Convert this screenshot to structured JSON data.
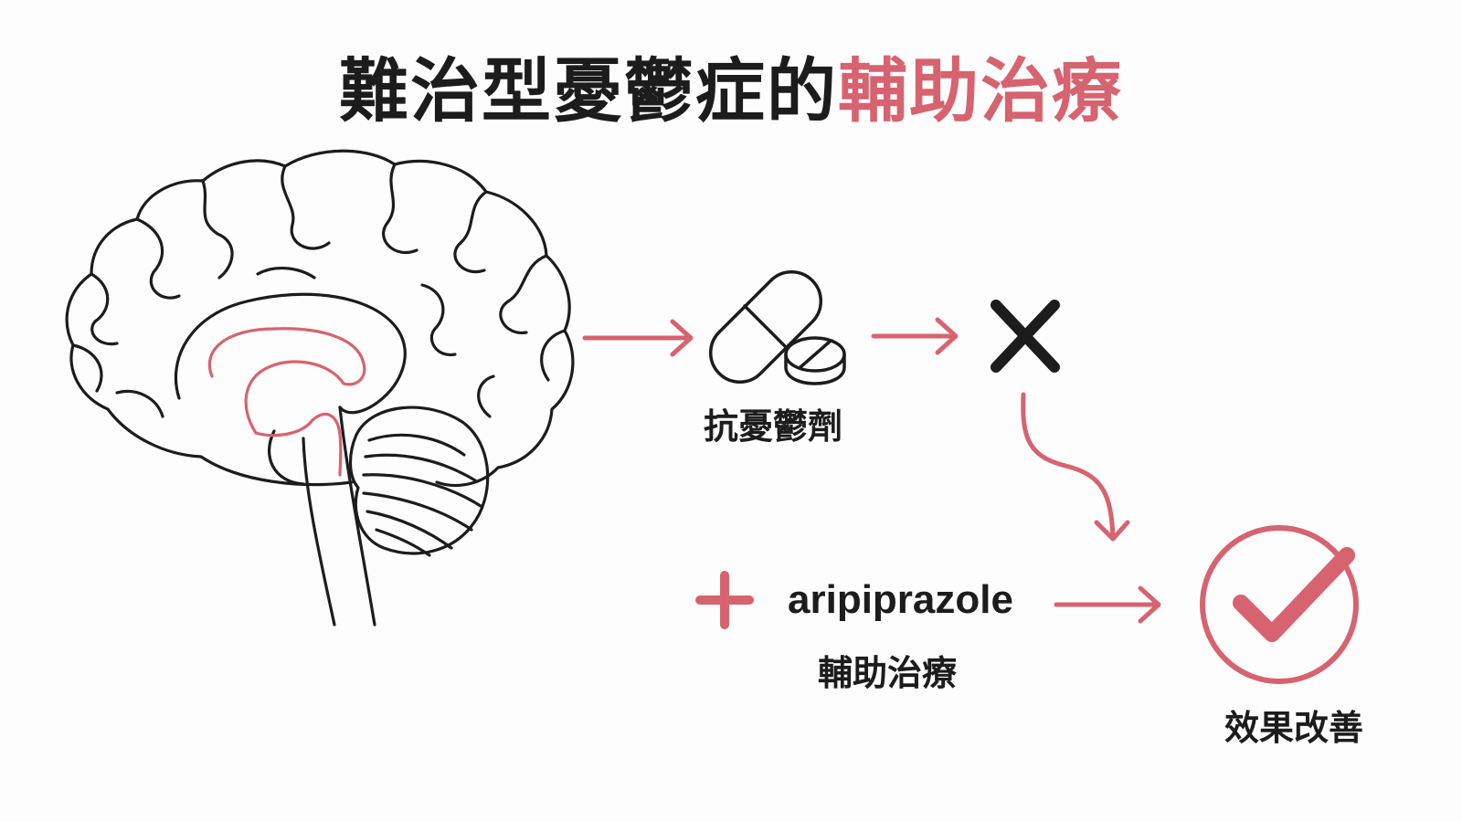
{
  "title": {
    "main": "難治型憂鬱症的",
    "highlight": "輔助治療"
  },
  "labels": {
    "antidepressant": "抗憂鬱劑",
    "drug": "aripiprazole",
    "adjunct": "輔助治療",
    "result": "效果改善"
  },
  "colors": {
    "accent": "#d6636f",
    "ink": "#1c1c1c",
    "background": "#fdfdfd"
  },
  "icons": {
    "brain": "brain-icon",
    "pill": "capsule-pill-icon",
    "tablet": "tablet-icon",
    "fail": "x-mark-icon",
    "plus": "plus-icon",
    "success": "check-circle-icon"
  }
}
